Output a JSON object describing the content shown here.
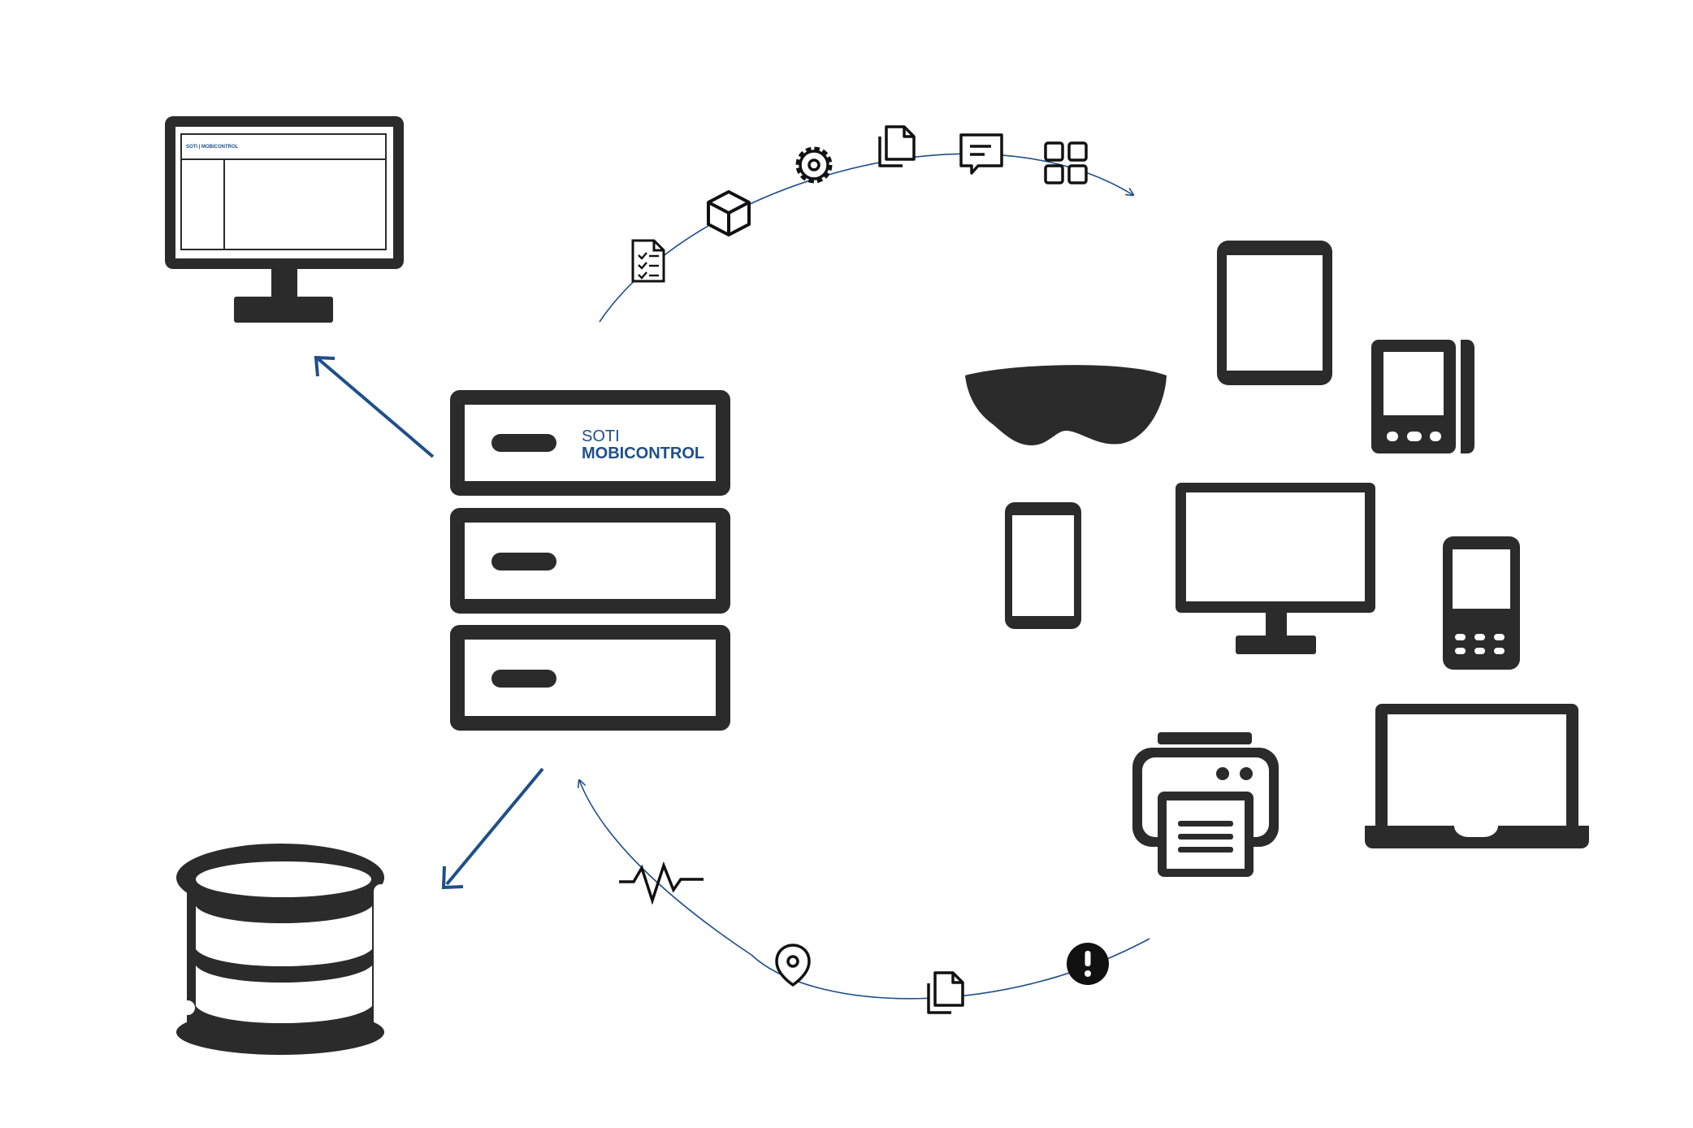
{
  "brand": {
    "console_header": "SOTI | MOBICONTROL",
    "server_line1": "SOTI",
    "server_line2": "MOBICONTROL"
  },
  "colors": {
    "icon": "#2b2b2b",
    "accent": "#1e4f8a",
    "background": "#ffffff"
  },
  "outbound_icons": [
    "checklist-icon",
    "package-icon",
    "gear-icon",
    "files-icon",
    "message-icon",
    "apps-icon"
  ],
  "inbound_icons": [
    "alert-icon",
    "files-icon",
    "location-icon",
    "pulse-icon"
  ],
  "devices": [
    "smart-glasses-icon",
    "tablet-icon",
    "handheld-scanner-icon",
    "smartphone-icon",
    "desktop-monitor-icon",
    "rugged-handheld-icon",
    "printer-icon",
    "laptop-icon"
  ]
}
